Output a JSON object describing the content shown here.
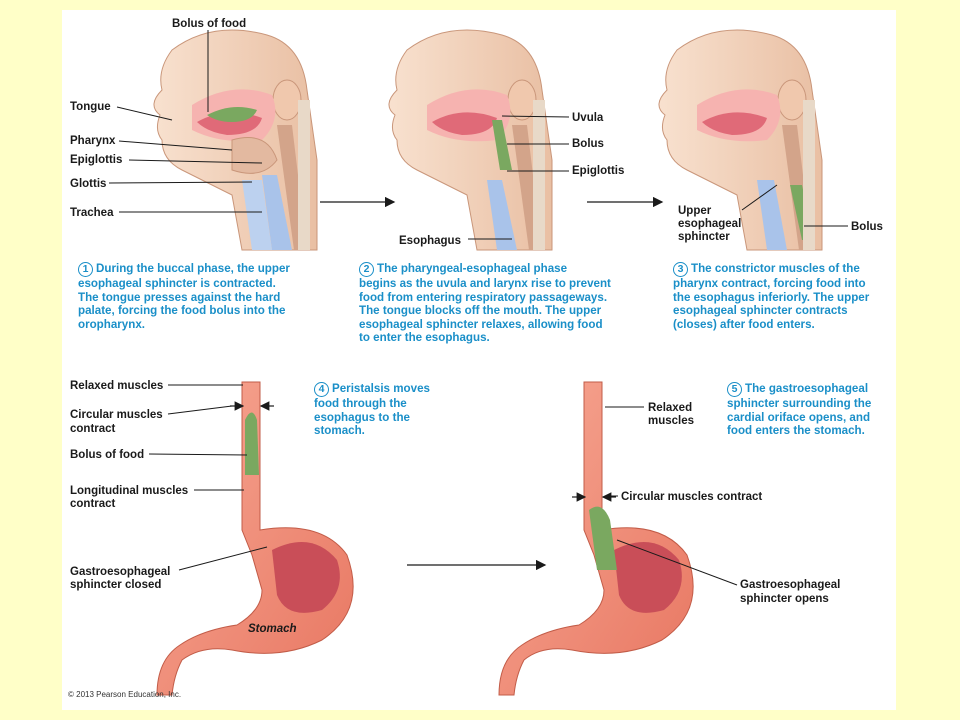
{
  "labels": {
    "bolus_of_food_top": "Bolus of food",
    "tongue": "Tongue",
    "pharynx": "Pharynx",
    "epiglottis_1": "Epiglottis",
    "glottis": "Glottis",
    "trachea": "Trachea",
    "uvula": "Uvula",
    "bolus_2": "Bolus",
    "epiglottis_2": "Epiglottis",
    "esophagus": "Esophagus",
    "upper_sphincter_1": "Upper",
    "upper_sphincter_2": "esophageal",
    "upper_sphincter_3": "sphincter",
    "bolus_3": "Bolus",
    "relaxed_muscles_4": "Relaxed muscles",
    "circular_contract_4a": "Circular muscles",
    "circular_contract_4b": "contract",
    "bolus_of_food_4": "Bolus of food",
    "longitudinal_4a": "Longitudinal muscles",
    "longitudinal_4b": "contract",
    "gastro_closed_a": "Gastroesophageal",
    "gastro_closed_b": "sphincter closed",
    "stomach": "Stomach",
    "relaxed_muscles_5a": "Relaxed",
    "relaxed_muscles_5b": "muscles",
    "circular_contract_5": "Circular muscles contract",
    "gastro_opens_a": "Gastroesophageal",
    "gastro_opens_b": "sphincter opens"
  },
  "steps": [
    {
      "num": "1",
      "lines": [
        "During the buccal phase, the upper",
        "esophageal sphincter is contracted.",
        "The tongue presses against the hard",
        "palate, forcing the food bolus into the",
        "oropharynx."
      ]
    },
    {
      "num": "2",
      "lines": [
        "The pharyngeal-esophageal phase",
        "begins as the uvula and larynx rise to prevent",
        "food from entering respiratory passageways.",
        "The tongue blocks off the mouth. The upper",
        "esophageal sphincter relaxes, allowing food",
        "to enter the esophagus."
      ]
    },
    {
      "num": "3",
      "lines": [
        "The constrictor muscles of the",
        "pharynx contract, forcing food into",
        "the esophagus inferiorly. The upper",
        "esophageal sphincter contracts",
        "(closes) after food enters."
      ]
    },
    {
      "num": "4",
      "lines": [
        "Peristalsis moves",
        "food through the",
        "esophagus to the",
        "stomach."
      ]
    },
    {
      "num": "5",
      "lines": [
        "The gastroesophageal",
        "sphincter surrounding the",
        "cardial oriface opens, and",
        "food enters the stomach."
      ]
    }
  ],
  "copyright": "© 2013 Pearson Education, Inc.",
  "colors": {
    "background": "#ffffc8",
    "step_text": "#1a8fc8",
    "skin": "#f3d3bd",
    "stomach": "#f08c78",
    "bolus": "#7aa860",
    "airway": "#a9c3ea"
  }
}
